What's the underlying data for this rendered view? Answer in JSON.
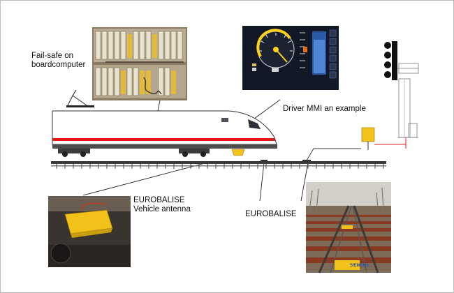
{
  "labels": {
    "failsafe_line1": "Fail-safe on",
    "failsafe_line2": "boardcomputer",
    "driver_mmi": "Driver MMI an example",
    "vehicle_antenna_line1": "EUROBALISE",
    "vehicle_antenna_line2": "Vehicle antenna",
    "eurobalise_track": "EUROBALISE"
  },
  "photos": {
    "track_photo_brand": "SIEMENS"
  },
  "colors": {
    "train_stripe": "#e21a1a",
    "balise_yellow": "#f2c21a",
    "mmi_background": "#121826",
    "mmi_needle": "#ffd21a",
    "signal_lamp": "#111111"
  },
  "icons": {
    "train": "ice-train-icon",
    "signal": "railway-signal-icon",
    "encoder": "lineside-encoder-icon"
  }
}
